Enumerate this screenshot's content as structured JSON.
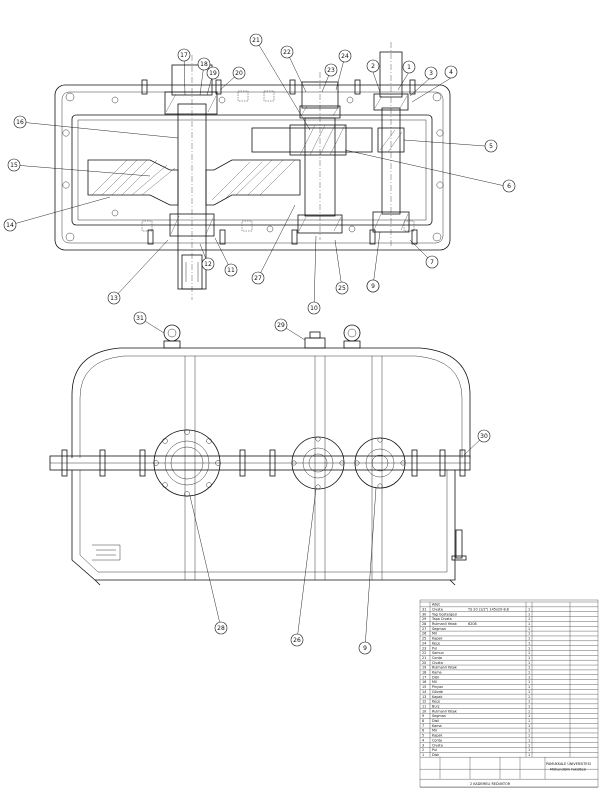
{
  "part_numbers": [
    "1",
    "2",
    "3",
    "4",
    "5",
    "6",
    "7",
    "8",
    "9",
    "10",
    "11",
    "12",
    "13",
    "14",
    "15",
    "16",
    "17",
    "18",
    "19",
    "20",
    "21",
    "22",
    "23",
    "24",
    "25",
    "26",
    "27",
    "28",
    "29",
    "30",
    "31"
  ],
  "section_bubbles_front": [
    "28",
    "26",
    "9"
  ],
  "title_block": {
    "header_ad": "Adet",
    "rows": [
      {
        "no": "31",
        "name": "Civata",
        "spec": "TS 20 (1/2\") 145x20-8.8",
        "qty": "1"
      },
      {
        "no": "30",
        "name": "Yag Gostergesi",
        "spec": "",
        "qty": "1"
      },
      {
        "no": "29",
        "name": "Tapa Civata",
        "spec": "",
        "qty": "1"
      },
      {
        "no": "28",
        "name": "Rulmanli Yatak",
        "spec": "6208",
        "qty": "1"
      },
      {
        "no": "27",
        "name": "Segman",
        "spec": "",
        "qty": "1"
      },
      {
        "no": "26",
        "name": "Mil",
        "spec": "",
        "qty": "1"
      },
      {
        "no": "25",
        "name": "Kapak",
        "spec": "",
        "qty": "1"
      },
      {
        "no": "24",
        "name": "Keçe",
        "spec": "",
        "qty": "1"
      },
      {
        "no": "23",
        "name": "Pul",
        "spec": "",
        "qty": "1"
      },
      {
        "no": "22",
        "name": "Somun",
        "spec": "",
        "qty": "1"
      },
      {
        "no": "21",
        "name": "Conta",
        "spec": "",
        "qty": "1"
      },
      {
        "no": "20",
        "name": "Civata",
        "spec": "",
        "qty": "1"
      },
      {
        "no": "19",
        "name": "Rulmanli Yatak",
        "spec": "",
        "qty": "1"
      },
      {
        "no": "18",
        "name": "Kama",
        "spec": "",
        "qty": "1"
      },
      {
        "no": "17",
        "name": "Disli",
        "spec": "",
        "qty": "1"
      },
      {
        "no": "16",
        "name": "Mil",
        "spec": "",
        "qty": "1"
      },
      {
        "no": "15",
        "name": "Pinyon",
        "spec": "",
        "qty": "1"
      },
      {
        "no": "14",
        "name": "Gövde",
        "spec": "",
        "qty": "1"
      },
      {
        "no": "13",
        "name": "Kapak",
        "spec": "",
        "qty": "1"
      },
      {
        "no": "12",
        "name": "Keçe",
        "spec": "",
        "qty": "1"
      },
      {
        "no": "11",
        "name": "Burç",
        "spec": "",
        "qty": "1"
      },
      {
        "no": "10",
        "name": "Rulmanli Yatak",
        "spec": "",
        "qty": "1"
      },
      {
        "no": "9",
        "name": "Segman",
        "spec": "",
        "qty": "1"
      },
      {
        "no": "8",
        "name": "Disli",
        "spec": "",
        "qty": "1"
      },
      {
        "no": "7",
        "name": "Kama",
        "spec": "",
        "qty": "1"
      },
      {
        "no": "6",
        "name": "Mil",
        "spec": "",
        "qty": "1"
      },
      {
        "no": "5",
        "name": "Kapak",
        "spec": "",
        "qty": "1"
      },
      {
        "no": "4",
        "name": "Conta",
        "spec": "",
        "qty": "1"
      },
      {
        "no": "3",
        "name": "Civata",
        "spec": "",
        "qty": "1"
      },
      {
        "no": "2",
        "name": "Pul",
        "spec": "",
        "qty": "1"
      },
      {
        "no": "1",
        "name": "Disli",
        "spec": "",
        "qty": "1"
      }
    ],
    "footer": {
      "sheet_title": "2 KADEMELI REDUKTOR",
      "school": "PAMUKKALE ÜNIVERSITESI",
      "faculty": "Mühendislik Fakültesi"
    }
  }
}
